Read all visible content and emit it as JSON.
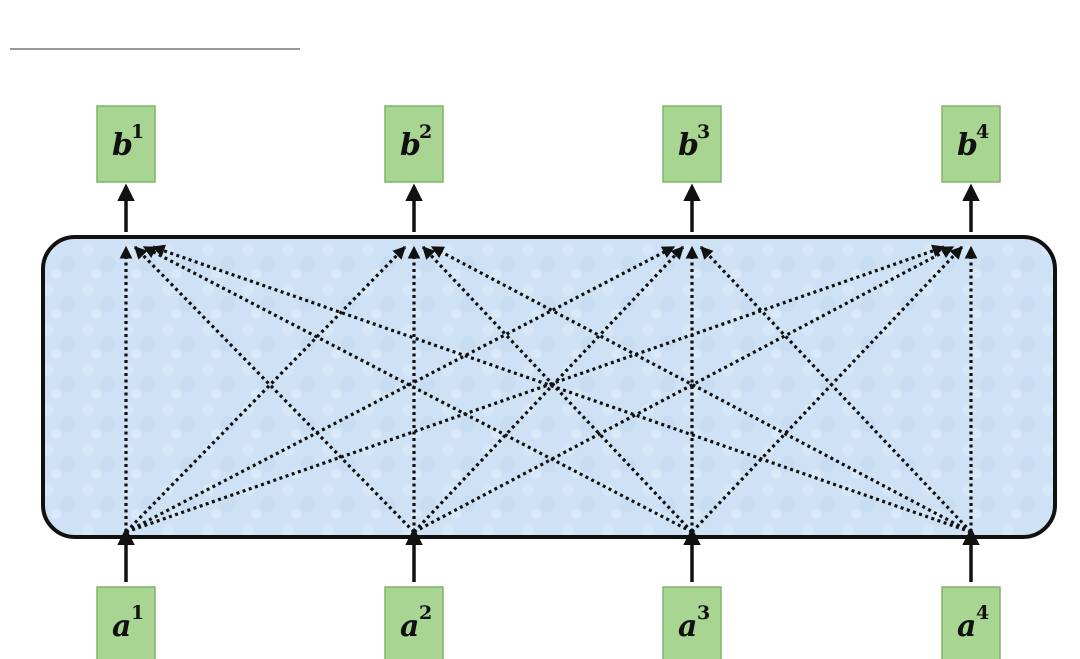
{
  "colors": {
    "block_fill": "#cfe2f5",
    "block_stroke": "#111111",
    "box_fill": "#a9d592",
    "box_stroke": "#7fb56a",
    "arrow": "#111111"
  },
  "outputs": [
    {
      "base": "b",
      "sup": "1"
    },
    {
      "base": "b",
      "sup": "2"
    },
    {
      "base": "b",
      "sup": "3"
    },
    {
      "base": "b",
      "sup": "4"
    }
  ],
  "inputs": [
    {
      "base": "a",
      "sup": "1"
    },
    {
      "base": "a",
      "sup": "2"
    },
    {
      "base": "a",
      "sup": "3"
    },
    {
      "base": "a",
      "sup": "4"
    }
  ],
  "connections": "all-to-all"
}
